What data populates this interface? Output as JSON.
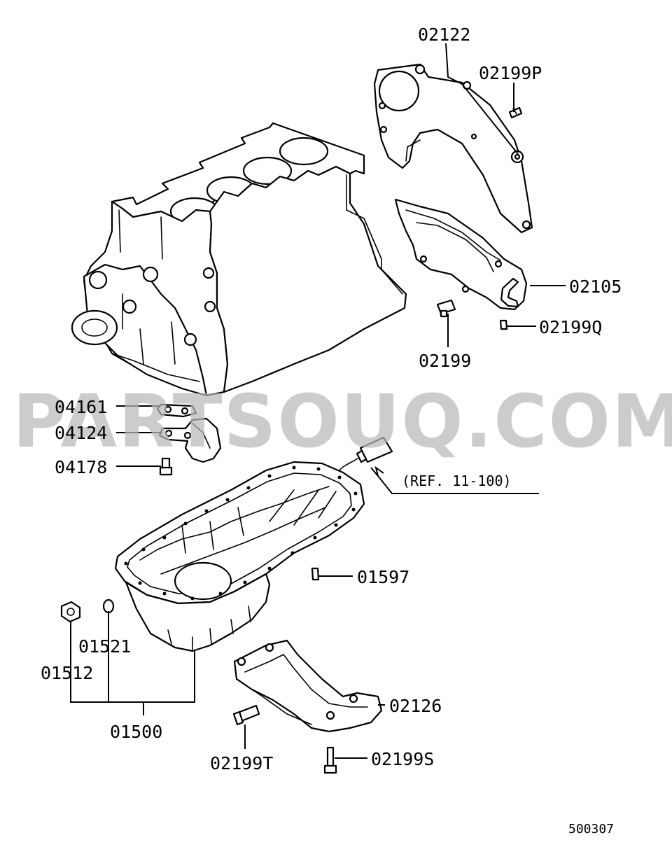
{
  "diagram": {
    "watermark": "PARTSOUQ.COM",
    "reference_note": "(REF. 11-100)",
    "drawing_code": "500307",
    "callouts": {
      "p02122": "02122",
      "p02199P": "02199P",
      "p02105": "02105",
      "p02199Q": "02199Q",
      "p02199": "02199",
      "p04161": "04161",
      "p04124": "04124",
      "p04178": "04178",
      "p01597": "01597",
      "p01521": "01521",
      "p01512": "01512",
      "p01500": "01500",
      "p02126": "02126",
      "p02199T": "02199T",
      "p02199S": "02199S"
    }
  }
}
